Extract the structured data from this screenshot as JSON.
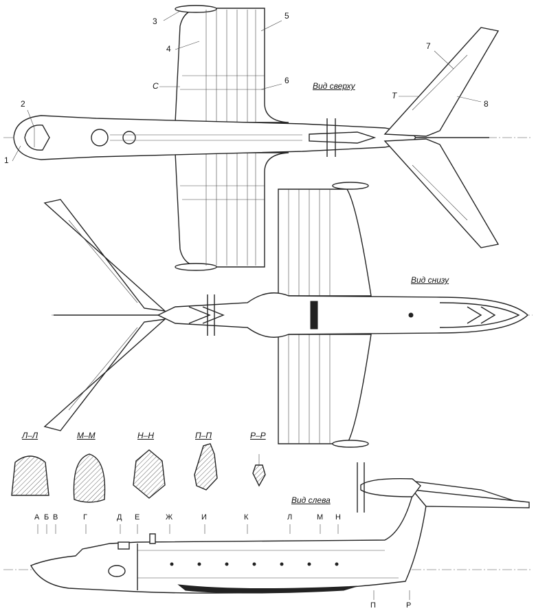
{
  "callouts": [
    "1",
    "2",
    "3",
    "4",
    "5",
    "6",
    "7",
    "8"
  ],
  "views": {
    "top": "Вид сверху",
    "bottom": "Вид снизу",
    "left": "Вид слева"
  },
  "wing_marks": {
    "c": "С",
    "t": "Т"
  },
  "sections": [
    "Л–Л",
    "М–М",
    "Н–Н",
    "П–П",
    "Р–Р"
  ],
  "stations": [
    "А",
    "Б",
    "В",
    "Г",
    "Д",
    "Е",
    "Ж",
    "И",
    "К",
    "Л",
    "М",
    "Н"
  ],
  "stations_bottom": [
    "П",
    "Р"
  ]
}
